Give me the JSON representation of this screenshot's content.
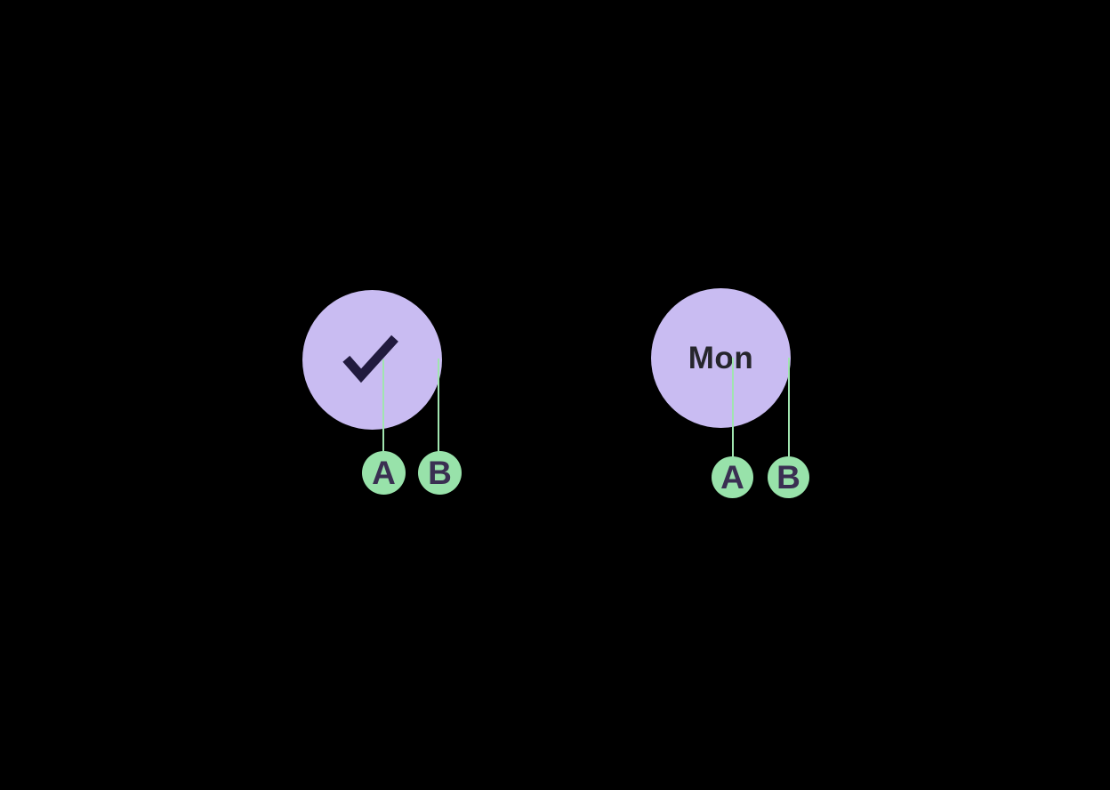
{
  "canvas": {
    "background": "#000000"
  },
  "palette": {
    "canvas_bg": "#000000",
    "node_fill": "#c9bcf2",
    "check_color": "#211a3e",
    "label_color": "#26262c",
    "edge_color": "#a0e5af",
    "port_fill": "#98e2aa",
    "port_text_color": "#3a2f52"
  },
  "nodes": [
    {
      "id": "node-checked",
      "content": "checkmark-icon",
      "label": "",
      "ports": [
        {
          "label": "A"
        },
        {
          "label": "B"
        }
      ]
    },
    {
      "id": "node-mon",
      "content": "text",
      "label": "Mon",
      "ports": [
        {
          "label": "A"
        },
        {
          "label": "B"
        }
      ]
    }
  ]
}
